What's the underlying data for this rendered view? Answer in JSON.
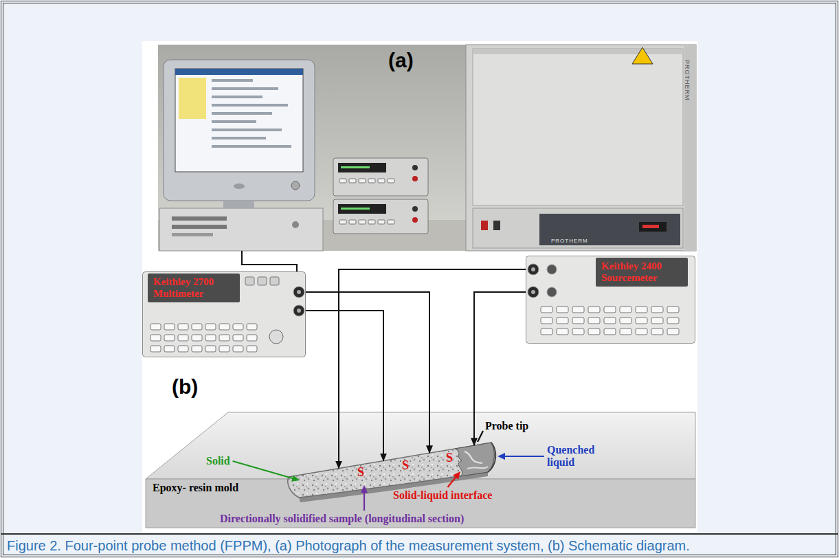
{
  "diagram": {
    "caption": "Figure 2. Four-point probe method (FPPM), (a) Photograph of the measurement system, (b) Schematic diagram.",
    "nodes": [
      {
        "text": [
          "(a)",
          "PROTHERM",
          "PROTHERM"
        ]
      },
      {
        "text": [
          "Keithley 2700 Multimeter"
        ]
      },
      {
        "text": [
          "Keithley 2400 Sourcemeter"
        ]
      },
      {
        "text": [
          "Epoxy- resin mold"
        ]
      },
      {
        "text": [
          "S",
          "S",
          "S"
        ],
        "in": 3
      }
    ],
    "edges": [
      {
        "from": 0,
        "to": 1,
        "arrow": "none"
      },
      {
        "from": 2,
        "to": 4,
        "arrow": "to"
      },
      {
        "from": 1,
        "to": 4,
        "arrow": "to"
      },
      {
        "from": 1,
        "to": 4,
        "arrow": "to"
      },
      {
        "from": 2,
        "to": 4,
        "arrow": "to"
      }
    ],
    "labels": [
      "(b)",
      "Solid",
      "Probe tip",
      "Quenched liquid",
      "Solid-liquid interface",
      "Directionally solidified sample (longitudinal section)"
    ]
  }
}
